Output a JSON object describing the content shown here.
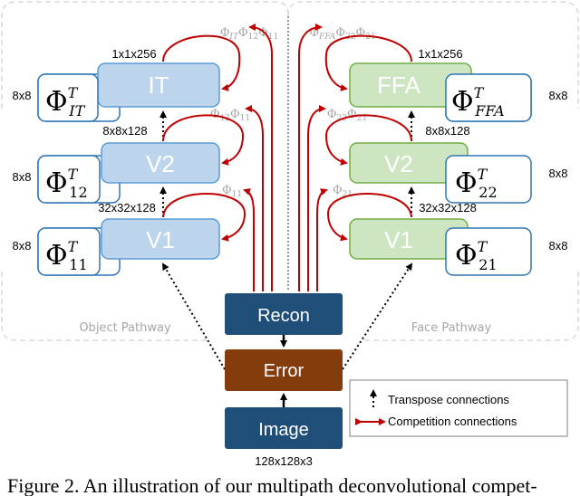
{
  "labels": {
    "it_label": "IT",
    "it_v2_label": "V2",
    "it_v1_label": "V1",
    "ffa_label": "FFA",
    "ffa_v2_label": "V2",
    "ffa_v1_label": "V1",
    "recon_label": "Recon",
    "error_label": "Error",
    "image_label": "Image",
    "object_pathway": "Object Pathway",
    "face_pathway": "Face Pathway",
    "phi_symbol": "Φ",
    "phi_T": "T",
    "sub_IT": "IT",
    "sub_12": "12",
    "sub_11": "11",
    "sub_FFA": "FFA",
    "sub_22": "22",
    "sub_21": "21"
  },
  "dims": {
    "it_top": "1x1x256",
    "ffa_top": "1x1x256",
    "it_v2_top": "8x8x128",
    "ffa_v2_top": "8x8x128",
    "it_v1_top": "32x32x128",
    "ffa_v1_top": "32x32x128",
    "image_bottom": "128x128x3",
    "filter": "8x8"
  },
  "phi_labels": {
    "top_left": {
      "p1": "Φ",
      "s1": "IT",
      "p2": "Φ",
      "s2": "12",
      "p3": "Φ",
      "s3": "11"
    },
    "top_right": {
      "p1": "Φ",
      "s1": "FFA",
      "p2": "Φ",
      "s2": "22",
      "p3": "Φ",
      "s3": "21"
    },
    "mid_left": {
      "p1": "Φ",
      "s1": "12",
      "p2": "Φ",
      "s2": "11"
    },
    "mid_right": {
      "p1": "Φ",
      "s1": "22",
      "p2": "Φ",
      "s2": "21"
    },
    "low_left": {
      "p1": "Φ",
      "s1": "11"
    },
    "low_right": {
      "p1": "Φ",
      "s1": "21"
    }
  },
  "legend": {
    "transpose": "Transpose connections",
    "competition": "Competition connections"
  },
  "caption": "Figure 2. An illustration of our multipath deconvolutional compet-",
  "colors": {
    "blue_box": "#bcd5ed",
    "green_box": "#cde6c1",
    "navy_box": "#1f4e79",
    "error_box": "#843c0c",
    "arrow_red": "#c00000",
    "phi_gray": "#a6a6a6"
  }
}
